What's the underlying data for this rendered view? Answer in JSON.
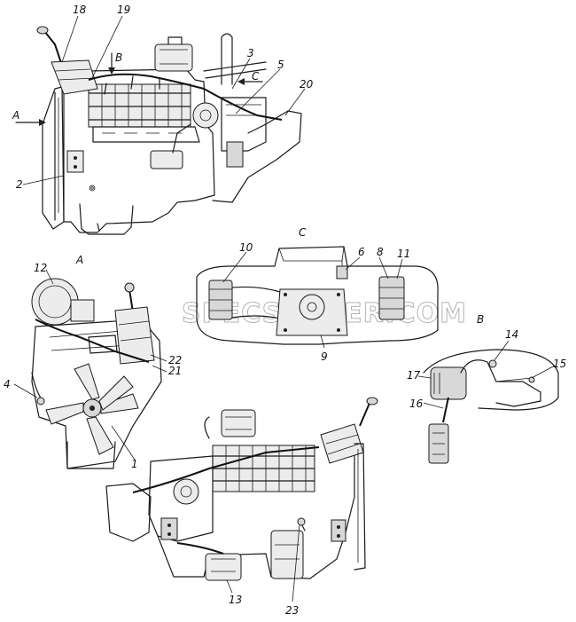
{
  "watermark": "SPECSERVER.COM",
  "view_labels": {
    "A_arrow": "A",
    "B_arrow": "B",
    "C_arrow": "C",
    "A_title": "A",
    "C_title": "C",
    "B_title": "B"
  },
  "callouts": {
    "c1": "1",
    "c2": "2",
    "c3": "3",
    "c4": "4",
    "c5": "5",
    "c6": "6",
    "c8": "8",
    "c9": "9",
    "c10": "10",
    "c11": "11",
    "c12": "12",
    "c13": "13",
    "c14": "14",
    "c15": "15",
    "c16": "16",
    "c17": "17",
    "c18": "18",
    "c19": "19",
    "c20": "20",
    "c21": "21",
    "c22": "22",
    "c23": "23"
  }
}
